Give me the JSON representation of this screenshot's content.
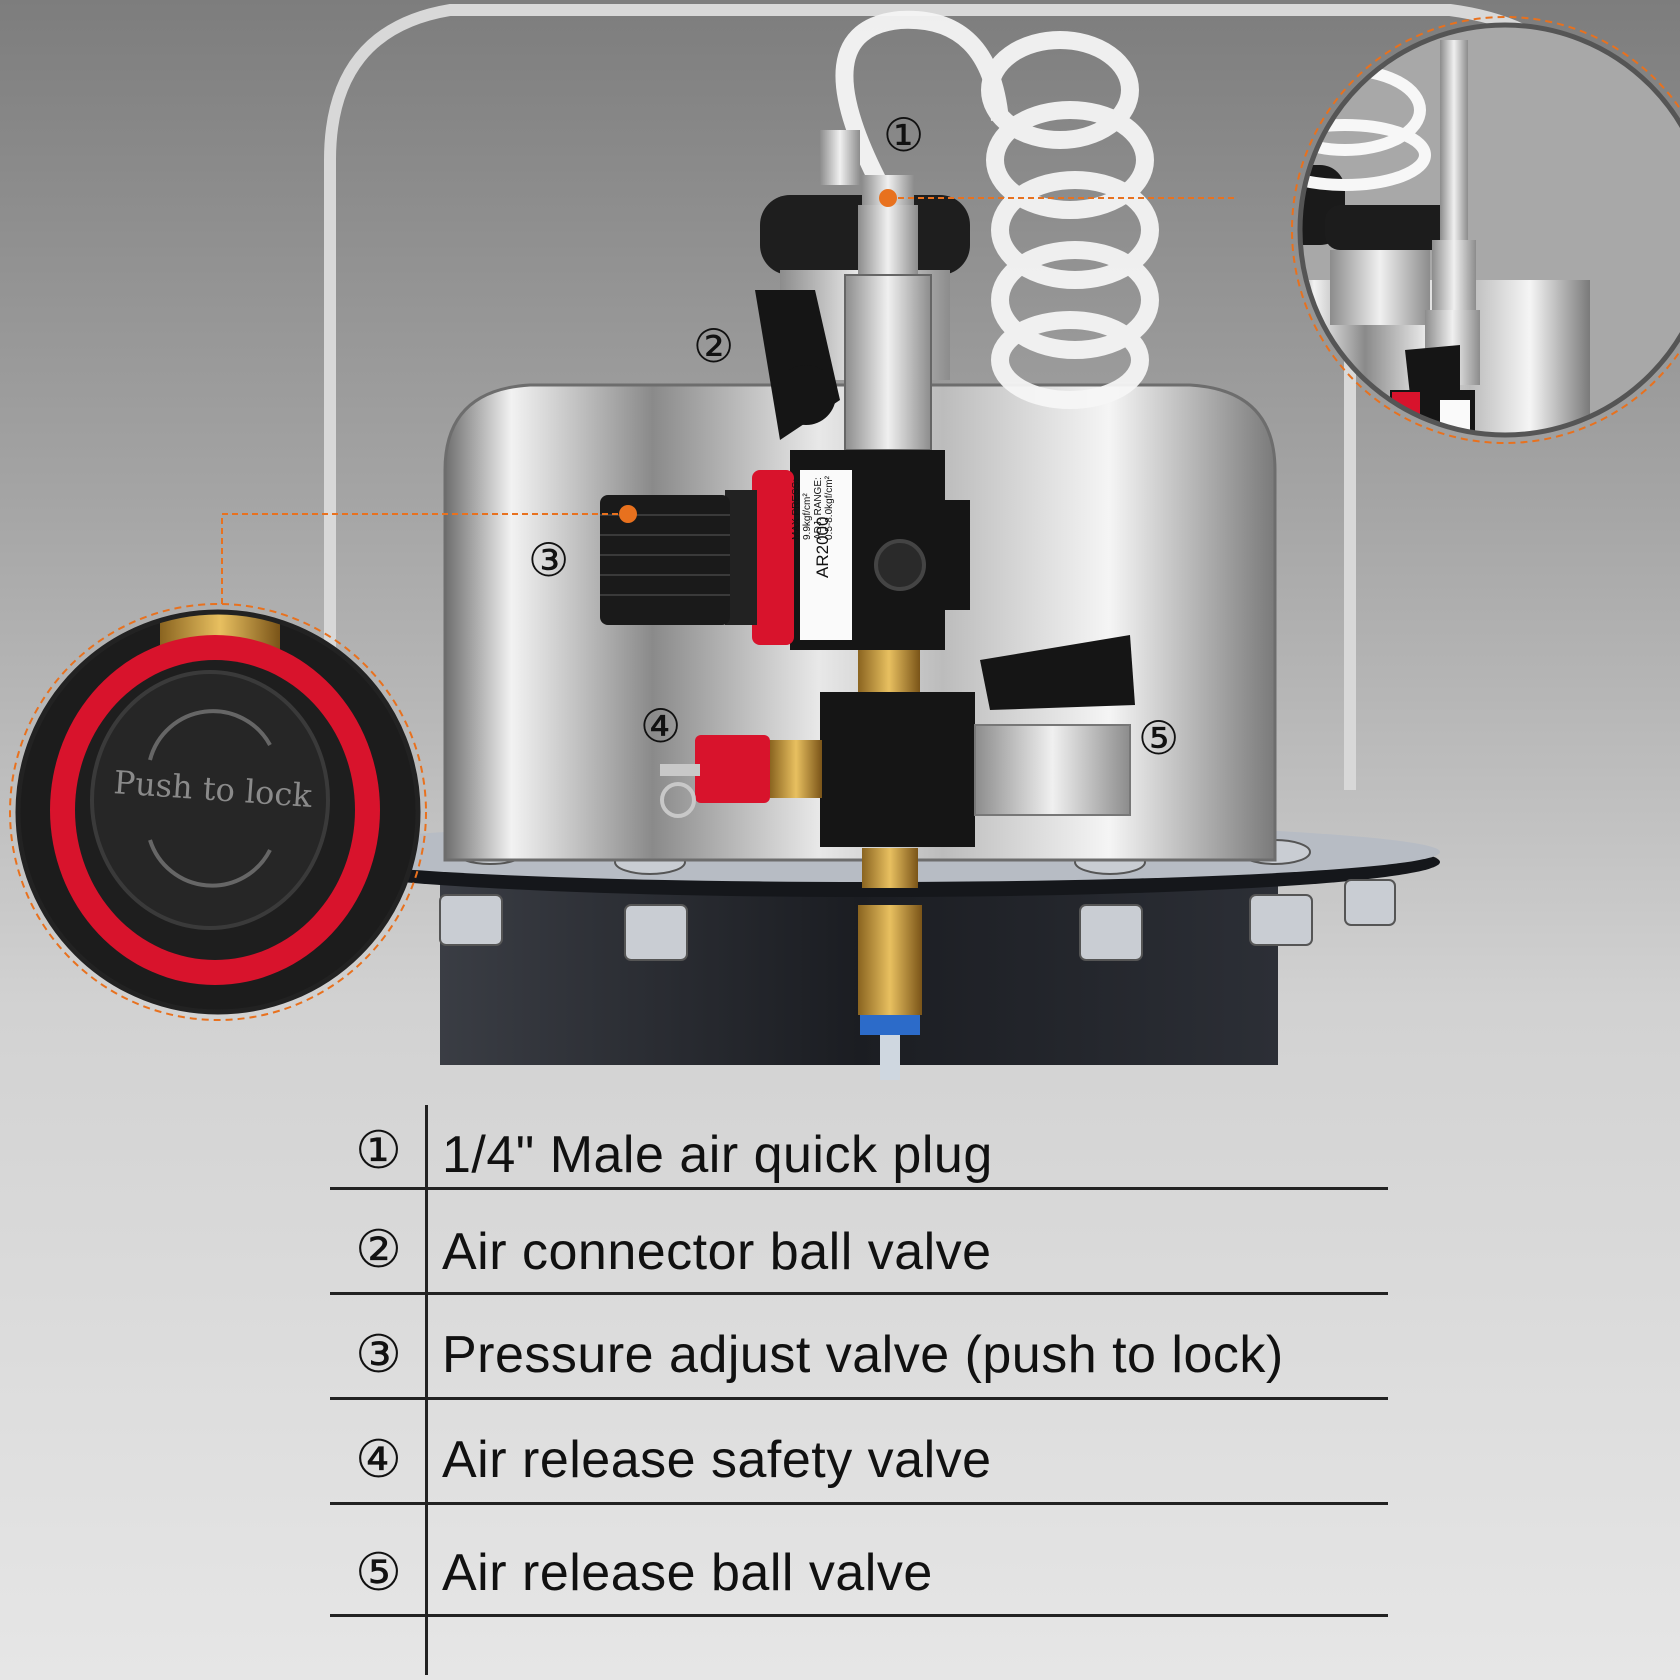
{
  "callouts": [
    "①",
    "②",
    "③",
    "④",
    "⑤"
  ],
  "regulator": {
    "model": "AR2000",
    "spec_line1": "MAX PRESS:",
    "spec_line2": "9.9kgf/cm²",
    "spec_line3": "ADJ. RANGE:",
    "spec_line4": "0.5-8.0kgf/cm²"
  },
  "detail_knob_text": "Push to lock",
  "legend": [
    {
      "num": "①",
      "label": "1/4\" Male air quick plug"
    },
    {
      "num": "②",
      "label": "Air connector ball valve"
    },
    {
      "num": "③",
      "label": "Pressure adjust valve (push to lock)"
    },
    {
      "num": "④",
      "label": "Air release safety valve"
    },
    {
      "num": "⑤",
      "label": "Air release ball valve"
    }
  ],
  "colors": {
    "accent": "#e8711e",
    "knob_red": "#d8132c",
    "text": "#111111"
  }
}
